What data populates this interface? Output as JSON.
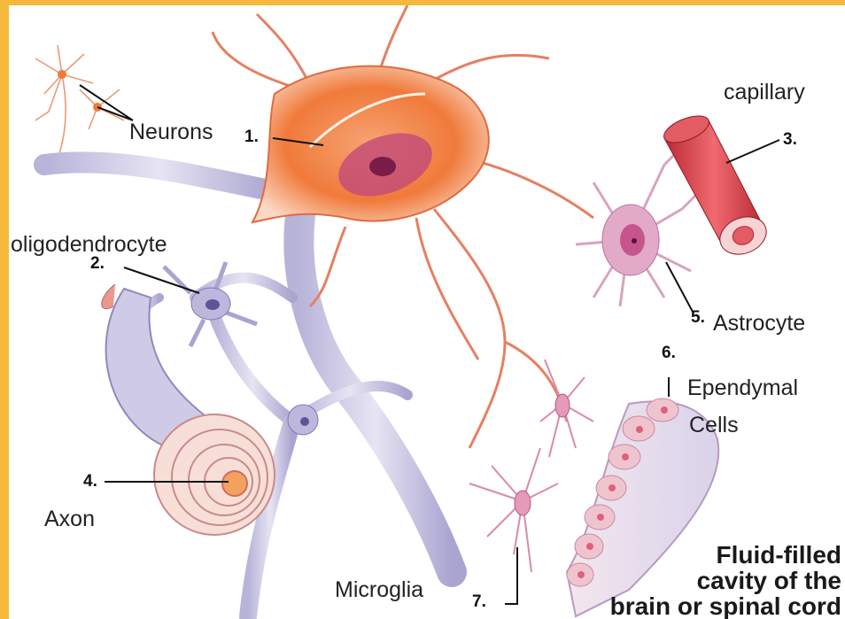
{
  "labels": {
    "neurons": "Neurons",
    "capillary": "capillary",
    "oligodendrocyte": "oligodendrocyte",
    "astrocyte": "Astrocyte",
    "ependymal_line1": "Ependymal",
    "ependymal_line2": "Cells",
    "axon": "Axon",
    "microglia": "Microglia"
  },
  "numbers": {
    "n1": "1.",
    "n2": "2.",
    "n3": "3.",
    "n4": "4.",
    "n5": "5.",
    "n6": "6.",
    "n7": "7."
  },
  "caption": {
    "line1": "Fluid-filled",
    "line2": "cavity of the",
    "line3": "brain or spinal cord"
  },
  "colors": {
    "border": "#f6b83a",
    "neuron": "#f07a3a",
    "glia": "#e8b8d0",
    "myelin": "#c9c4e0",
    "capillary": "#d8383e"
  }
}
